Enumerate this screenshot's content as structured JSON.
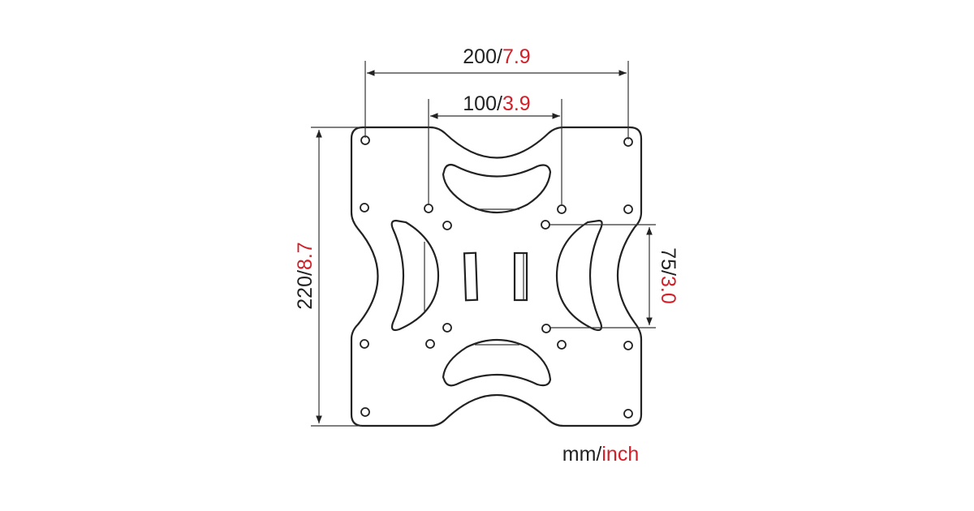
{
  "dimensions": {
    "width_200": {
      "mm": "200",
      "sep": "/",
      "inch": "7.9"
    },
    "width_100": {
      "mm": "100",
      "sep": "/",
      "inch": "3.9"
    },
    "height_220": {
      "mm": "220",
      "sep": "/",
      "inch": "8.7"
    },
    "height_75": {
      "mm": "75",
      "sep": "/",
      "inch": "3.0"
    }
  },
  "units": {
    "mm": "mm",
    "sep": "/",
    "inch": "inch"
  },
  "colors": {
    "metric": "#222222",
    "imperial": "#d0202a"
  }
}
